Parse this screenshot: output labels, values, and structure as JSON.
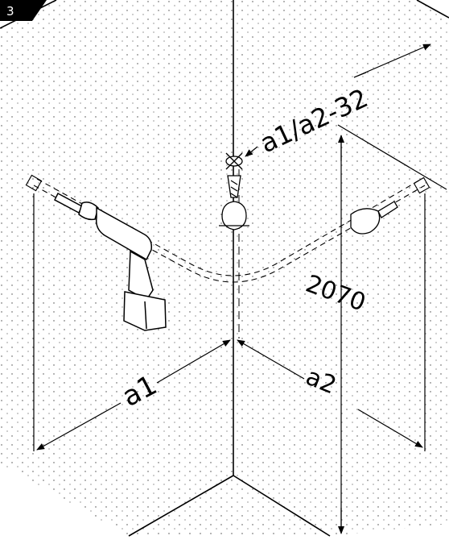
{
  "step_badge": "3",
  "labels": {
    "a1": "a1",
    "a2": "a2",
    "height": "2070",
    "center_formula": "a1/a2-32"
  },
  "icons": {
    "drill": "cordless-drill-icon",
    "wall_plug": "wall-anchor-icon",
    "drill_bit": "drill-bit-icon"
  },
  "colors": {
    "line": "#000000",
    "background": "#ffffff",
    "badge": "#000000"
  }
}
